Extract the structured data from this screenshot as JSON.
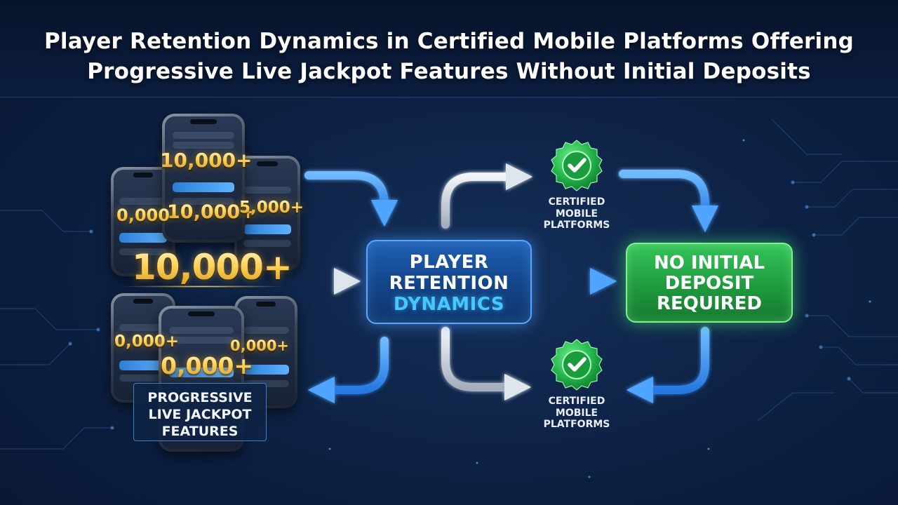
{
  "title": {
    "line1": "Player Retention Dynamics in Certified Mobile Platforms Offering",
    "line2": "Progressive Live Jackpot Features Without Initial Deposits"
  },
  "phones": {
    "top_center_amount": "10,000+",
    "top_center_amount_2": "10,000+",
    "top_left_amount": "0,000",
    "top_right_amount": "5,000+",
    "main_amount": "10,000+",
    "bottom_left_amount": "0,000+",
    "bottom_right_amount": "0,000+",
    "bottom_center_amount": "0,000+"
  },
  "feature_box": {
    "line1": "PROGRESSIVE",
    "line2": "LIVE JACKPOT",
    "line3": "FEATURES"
  },
  "center_node": {
    "line1": "PLAYER",
    "line2": "RETENTION",
    "line3": "DYNAMICS"
  },
  "green_node": {
    "line1": "NO INITIAL",
    "line2": "DEPOSIT",
    "line3": "REQUIRED"
  },
  "cert_top": {
    "icon": "check-badge-icon",
    "line1": "CERTIFIED",
    "line2": "MOBILE",
    "line3": "PLATFORMS"
  },
  "cert_bottom": {
    "icon": "check-badge-icon",
    "line1": "CERTIFIED",
    "line2": "MOBILE",
    "line3": "PLATFORMS"
  },
  "colors": {
    "background": "#0d2245",
    "accent_blue": "#46c8ff",
    "node_blue": "#1f5fb5",
    "node_green": "#1f9a3e",
    "gold": "#ffd35a",
    "arrow_blue": "#3d95f5",
    "arrow_silver": "#c9d2de"
  }
}
